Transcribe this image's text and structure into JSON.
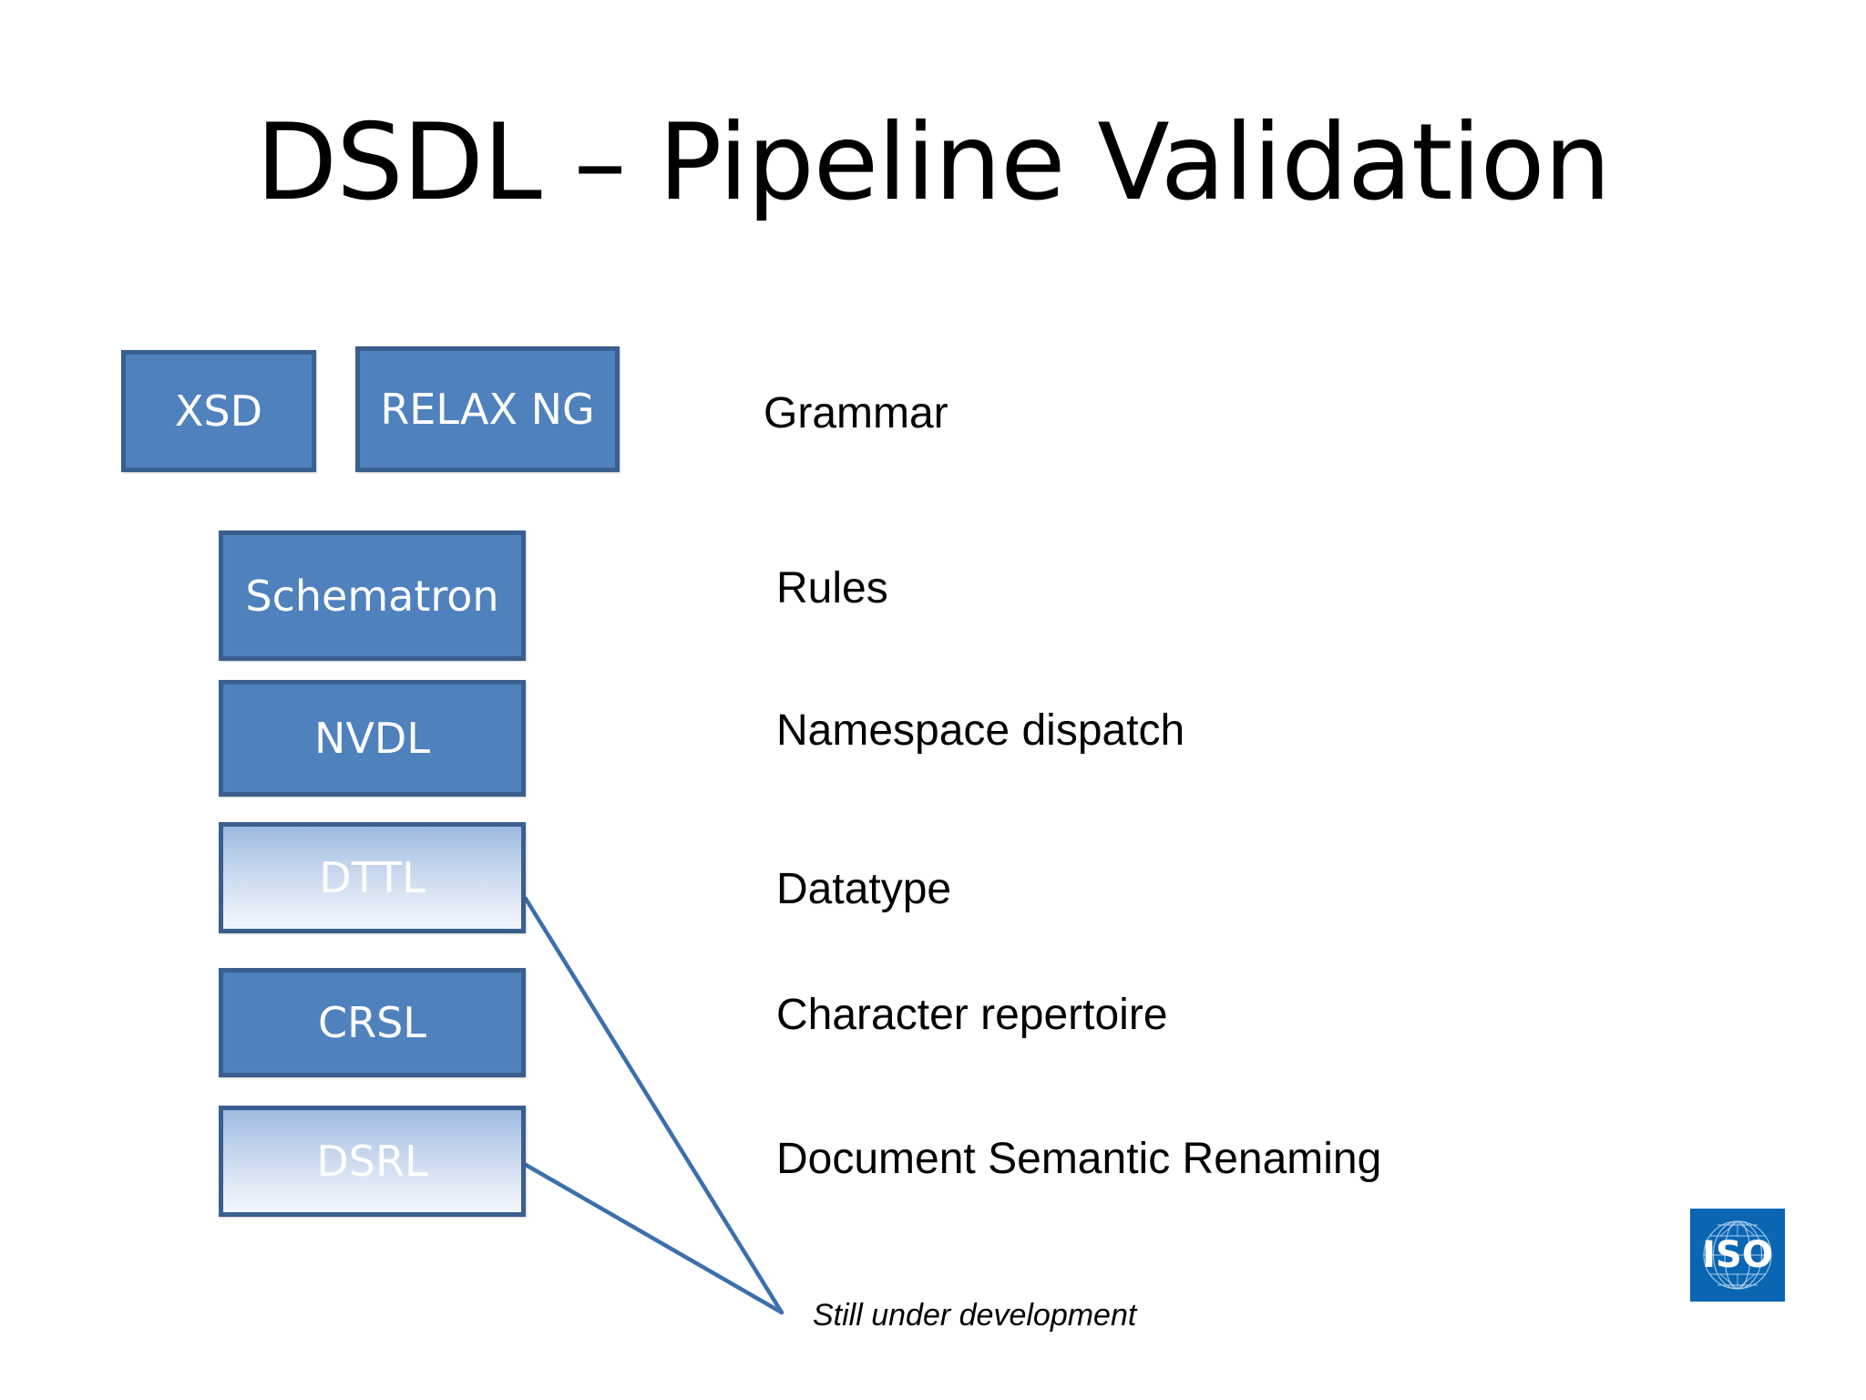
{
  "slide": {
    "title": "DSDL – Pipeline Validation",
    "background_color": "#FFFFFF",
    "text_color": "#000000"
  },
  "theme": {
    "box_fill": "#4F81BD",
    "box_border": "#3A5F8F",
    "box_text": "#FFFFFF",
    "gradient_top": "#9CB9DE",
    "gradient_bottom": "#F1F6FC",
    "connector_color": "#3C6FAB",
    "logo_blue": "#0A66B2"
  },
  "pipeline": {
    "boxes": [
      {
        "id": "xsd",
        "label": "XSD",
        "style": "solid",
        "under_development": false
      },
      {
        "id": "relaxng",
        "label": "RELAX NG",
        "style": "solid",
        "under_development": false
      },
      {
        "id": "schematron",
        "label": "Schematron",
        "style": "solid",
        "under_development": false
      },
      {
        "id": "nvdl",
        "label": "NVDL",
        "style": "solid",
        "under_development": false
      },
      {
        "id": "dttl",
        "label": "DTTL",
        "style": "gradient",
        "under_development": true
      },
      {
        "id": "crsl",
        "label": "CRSL",
        "style": "solid",
        "under_development": false
      },
      {
        "id": "dsrl",
        "label": "DSRL",
        "style": "gradient",
        "under_development": true
      }
    ],
    "descriptions": [
      {
        "id": "grammar",
        "text": "Grammar"
      },
      {
        "id": "rules",
        "text": "Rules"
      },
      {
        "id": "namespace",
        "text": "Namespace dispatch"
      },
      {
        "id": "datatype",
        "text": "Datatype"
      },
      {
        "id": "charrep",
        "text": "Character repertoire"
      },
      {
        "id": "docsem",
        "text": "Document Semantic Renaming"
      }
    ]
  },
  "footnote": {
    "text": "Still under development"
  },
  "logo": {
    "name": "iso-logo",
    "text": "ISO"
  }
}
